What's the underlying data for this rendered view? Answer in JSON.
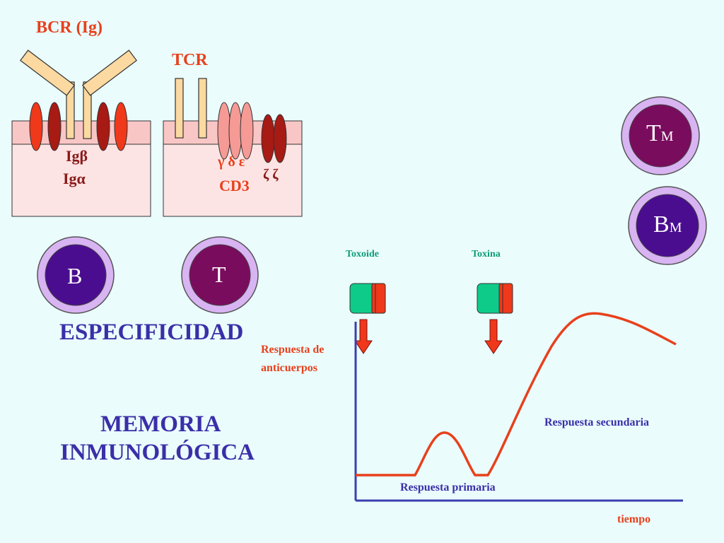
{
  "receptors": {
    "bcr_label": "BCR (Ig)",
    "tcr_label": "TCR",
    "ig_beta": "Igβ",
    "ig_alpha": "Igα",
    "gamma_delta_epsilon": "γ  δ  ε",
    "zeta_zeta": "ζ ζ",
    "cd3": "CD3"
  },
  "cells": {
    "b": "B",
    "t": "T",
    "tm_main": "T",
    "tm_sub": "M",
    "bm_main": "B",
    "bm_sub": "M"
  },
  "headings": {
    "especificidad": "ESPECIFICIDAD",
    "memoria_line1": "MEMORIA",
    "memoria_line2": "INMUNOLÓGICA"
  },
  "graph": {
    "ylabel_line1": "Respuesta de",
    "ylabel_line2": "anticuerpos",
    "xlabel": "tiempo",
    "primary": "Respuesta primaria",
    "secondary": "Respuesta secundaria",
    "dose1_label": "Toxoide",
    "dose2_label": "Toxina"
  },
  "colors": {
    "background": "#eafcfc",
    "accent_red": "#e8401c",
    "title_blue": "#3a2fa8",
    "b_cell": "#4a0d8f",
    "t_cell": "#7a0c5e",
    "axis": "#3a3fb0"
  }
}
